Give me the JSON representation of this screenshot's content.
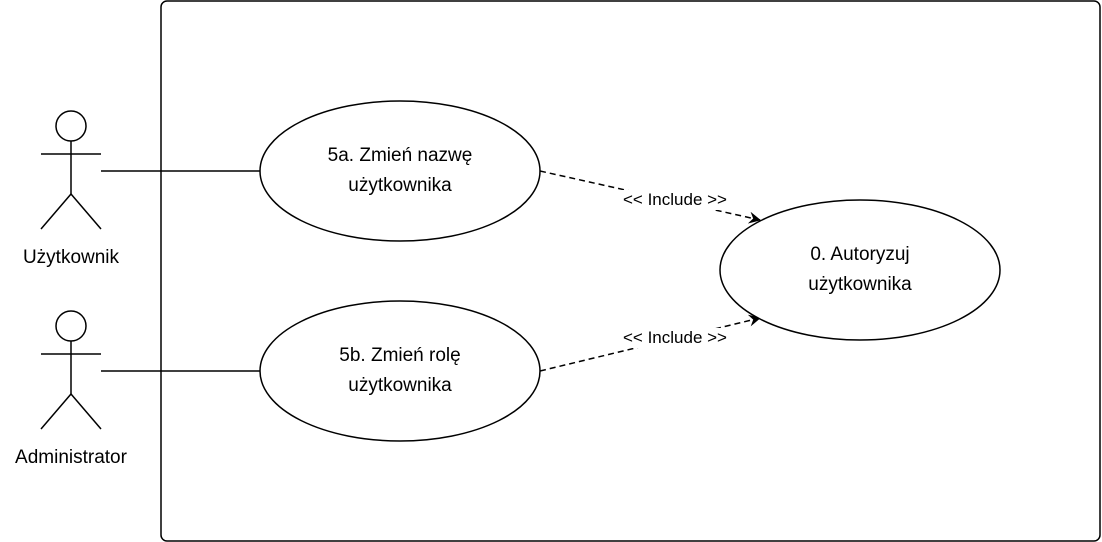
{
  "actors": [
    {
      "id": "user",
      "label": "Użytkownik"
    },
    {
      "id": "admin",
      "label": "Administrator"
    }
  ],
  "use_cases": [
    {
      "id": "uc5a",
      "lines": [
        "5a. Zmień nazwę",
        "użytkownika"
      ]
    },
    {
      "id": "uc5b",
      "lines": [
        "5b. Zmień rolę",
        "użytkownika"
      ]
    },
    {
      "id": "uc0",
      "lines": [
        "0. Autoryzuj",
        "użytkownika"
      ]
    }
  ],
  "relations": [
    {
      "from": "user",
      "to": "uc5a",
      "type": "association"
    },
    {
      "from": "admin",
      "to": "uc5b",
      "type": "association"
    },
    {
      "from": "uc5a",
      "to": "uc0",
      "type": "include",
      "label": "<< Include >>"
    },
    {
      "from": "uc5b",
      "to": "uc0",
      "type": "include",
      "label": "<< Include >>"
    }
  ]
}
